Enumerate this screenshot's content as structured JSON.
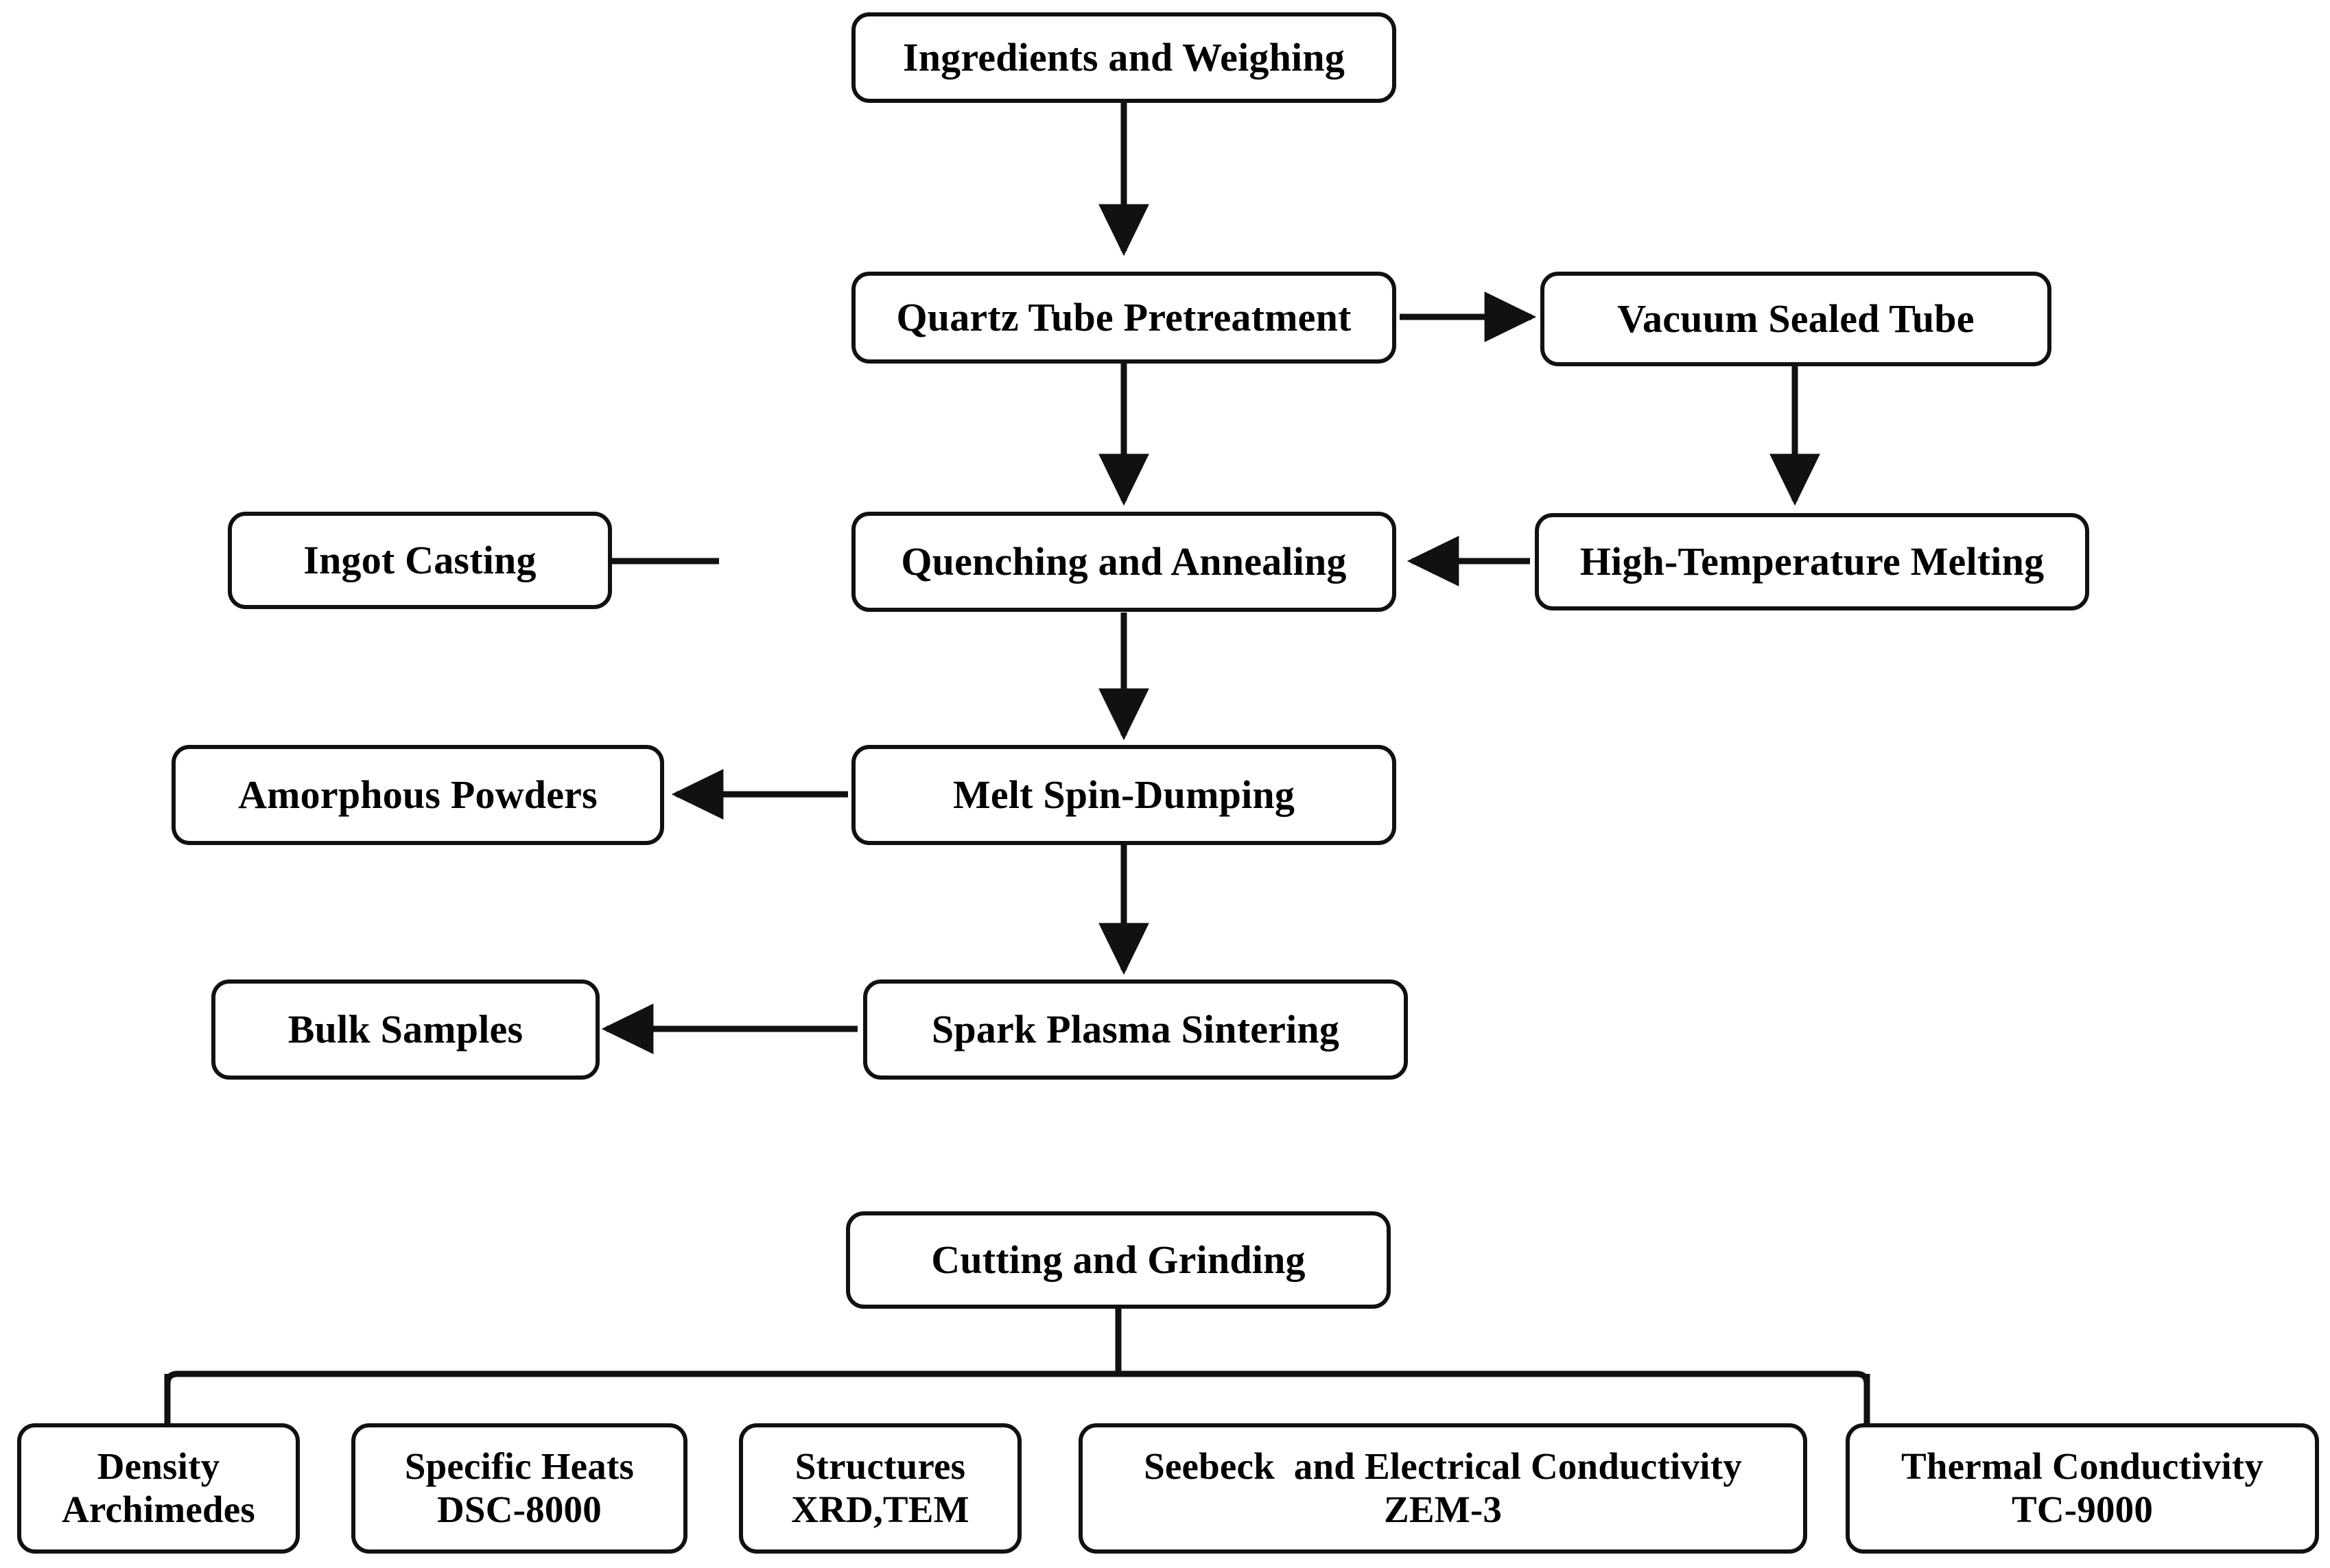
{
  "diagram": {
    "type": "process-flowchart",
    "title": "Thermoelectric material synthesis and characterization flowchart",
    "line_color": "#111111",
    "box_fill": "#ffffff",
    "text_color": "#000000"
  },
  "nodes": {
    "ingredients": {
      "label": "Ingredients and Weighing"
    },
    "quartz": {
      "label": "Quartz Tube Pretreatment"
    },
    "vacuum": {
      "label": "Vacuum Sealed Tube"
    },
    "melting": {
      "label": "High-Temperature Melting"
    },
    "quenching": {
      "label": "Quenching and Annealing"
    },
    "ingot": {
      "label": "Ingot Casting"
    },
    "meltspin": {
      "label": "Melt Spin-Dumping"
    },
    "amorphous": {
      "label": "Amorphous Powders"
    },
    "sps": {
      "label": "Spark Plasma Sintering"
    },
    "bulk": {
      "label": "Bulk Samples"
    },
    "cutting": {
      "label": "Cutting and Grinding"
    }
  },
  "measurements": [
    {
      "line1": "Density",
      "line2": "Archimedes"
    },
    {
      "line1": "Specific Heats",
      "line2": "DSC-8000"
    },
    {
      "line1": "Structures",
      "line2": "XRD,TEM"
    },
    {
      "line1": "Seebeck  and Electrical Conductivity",
      "line2": "ZEM-3"
    },
    {
      "line1": "Thermal Conductivity",
      "line2": "TC-9000"
    }
  ],
  "edges": [
    {
      "name": "ingredients-to-quartz",
      "direction": "down"
    },
    {
      "name": "quartz-to-vacuum",
      "direction": "right"
    },
    {
      "name": "vacuum-to-melting",
      "direction": "down"
    },
    {
      "name": "melting-to-quenching",
      "direction": "left"
    },
    {
      "name": "quartz-to-quenching",
      "direction": "down"
    },
    {
      "name": "quenching-to-ingot",
      "direction": "left"
    },
    {
      "name": "quenching-to-meltspin",
      "direction": "down"
    },
    {
      "name": "meltspin-to-amorphous",
      "direction": "left"
    },
    {
      "name": "meltspin-to-sps",
      "direction": "down"
    },
    {
      "name": "sps-to-bulk",
      "direction": "left"
    },
    {
      "name": "cutting-to-measurements",
      "direction": "bracket-down"
    }
  ]
}
